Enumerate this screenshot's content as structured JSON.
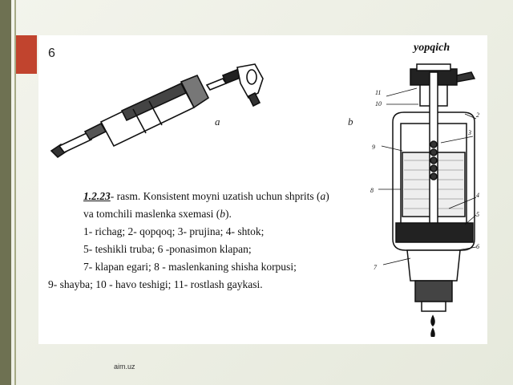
{
  "slide": {
    "number": "6",
    "footer": "aim.uz"
  },
  "figure": {
    "label_a": "a",
    "label_b": "b",
    "title_b": "yopqich",
    "callouts_b": [
      "11",
      "10",
      "2",
      "3",
      "9",
      "8",
      "4",
      "5",
      "6",
      "7"
    ]
  },
  "caption": {
    "fig_number": "1.2.23",
    "line1_rest": "- rasm. Konsistent moyni uzatish uchun shprits (",
    "line1_a": "a",
    "line1_end": ")",
    "line2": "va tomchili maslenka sxemasi (",
    "line2_b": "b",
    "line2_end": ").",
    "line3": "1- richag; 2- qopqoq; 3- prujina; 4- shtok;",
    "line4": "5- teshikli truba; 6 -ponasimon klapan;",
    "line5": "7-  klapan egari; 8 - maslenkaning shisha korpusi;",
    "line6": "9- shayba; 10 - havo teshigi; 11- rostlash gaykasi."
  },
  "colors": {
    "accent_red": "#c1442e",
    "sidebar_dark": "#6e7152",
    "background": "#eceee3"
  }
}
